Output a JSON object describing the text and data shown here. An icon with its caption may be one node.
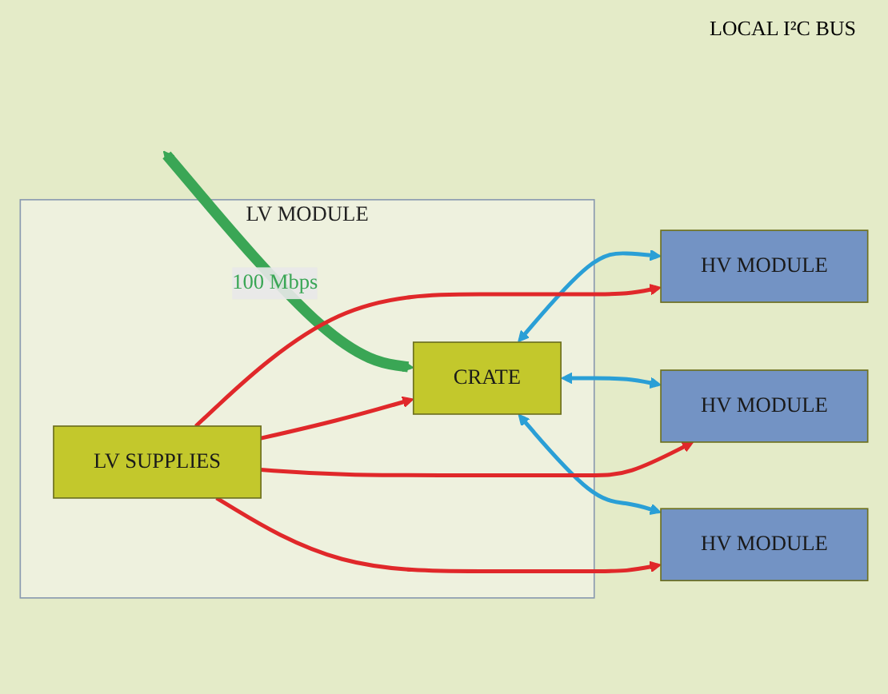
{
  "diagram": {
    "nodes": [
      {
        "text": [
          "LV MODULE"
        ]
      },
      {
        "text": [
          "CRATE"
        ],
        "in": 0
      },
      {
        "text": [
          "LV SUPPLIES"
        ],
        "in": 0
      },
      {
        "text": [
          "HV MODULE"
        ]
      },
      {
        "text": [
          "HV MODULE"
        ]
      },
      {
        "text": [
          "HV MODULE"
        ]
      }
    ],
    "edges": [
      {
        "from": null,
        "to": 1,
        "arrow": "both",
        "label": "100 Mbps",
        "style": "thick",
        "color": "#3aa655"
      },
      {
        "from": 1,
        "to": 3,
        "arrow": "both",
        "color": "#2a9fd6"
      },
      {
        "from": 1,
        "to": 4,
        "arrow": "both",
        "color": "#2a9fd6"
      },
      {
        "from": 1,
        "to": 5,
        "arrow": "both",
        "color": "#2a9fd6"
      },
      {
        "from": 2,
        "to": 1,
        "arrow": "to",
        "color": "#e0282a"
      },
      {
        "from": 2,
        "to": 3,
        "arrow": "to",
        "color": "#e0282a"
      },
      {
        "from": 2,
        "to": 4,
        "arrow": "to",
        "color": "#e0282a"
      },
      {
        "from": 2,
        "to": 5,
        "arrow": "to",
        "color": "#e0282a"
      }
    ],
    "labels": [
      "LOCAL I²C BUS"
    ]
  }
}
